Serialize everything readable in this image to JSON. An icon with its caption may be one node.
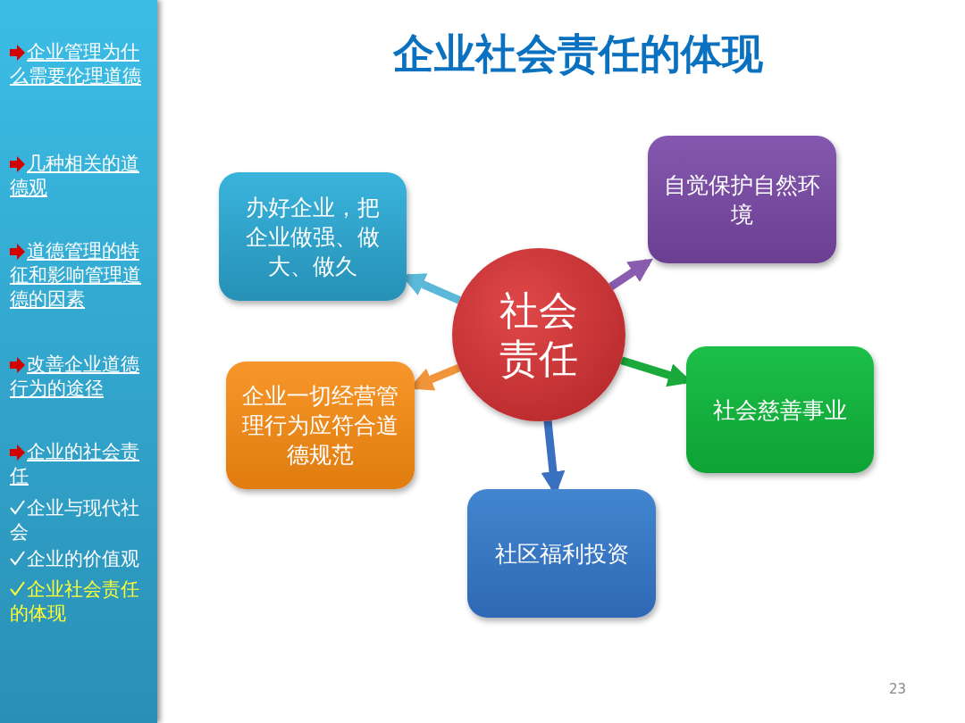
{
  "diagram": {
    "title": "企业社会责任的体现",
    "nodes": [
      {
        "text": [
          "社会责任"
        ]
      },
      {
        "text": [
          "办好企业，把企业做强、做大、做久"
        ]
      },
      {
        "text": [
          "自觉保护自然环境"
        ]
      },
      {
        "text": [
          "企业一切经营管理行为应符合道德规范"
        ]
      },
      {
        "text": [
          "社会慈善事业"
        ]
      },
      {
        "text": [
          "社区福利投资"
        ]
      }
    ],
    "edges": [
      {
        "from": 0,
        "to": 1,
        "arrow": "to",
        "color": "#5bb8d8"
      },
      {
        "from": 0,
        "to": 2,
        "arrow": "to",
        "color": "#8a5cb0"
      },
      {
        "from": 0,
        "to": 3,
        "arrow": "to",
        "color": "#f0953a"
      },
      {
        "from": 0,
        "to": 4,
        "arrow": "to",
        "color": "#1aaa3c"
      },
      {
        "from": 0,
        "to": 5,
        "arrow": "to",
        "color": "#3a70c0"
      }
    ],
    "labels": [
      "企业管理为什么需要伦理道德",
      "几种相关的道德观",
      "道德管理的特征和影响管理道德的因素",
      "改善企业道德行为的途径",
      "企业的社会责任",
      "企业与现代社会",
      "企业的价值观",
      "企业社会责任的体现",
      "23"
    ]
  }
}
